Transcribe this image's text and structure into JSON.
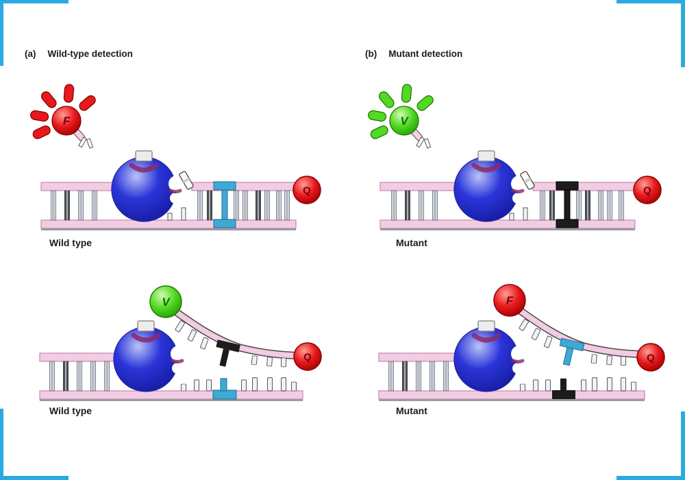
{
  "figure": {
    "panel_a": {
      "label_prefix": "(a)",
      "title": "Wild-type detection",
      "row1_caption": "Wild type",
      "row2_caption": "Wild type"
    },
    "panel_b": {
      "label_prefix": "(b)",
      "title": "Mutant detection",
      "row1_caption": "Mutant",
      "row2_caption": "Mutant"
    },
    "glyphs": {
      "fluorophore_f": "F",
      "fluorophore_v": "V",
      "quencher": "Q"
    },
    "colors": {
      "frame": "#29ABE2",
      "fluor_red": "#E8191C",
      "fluor_red_dark": "#7A0010",
      "fluor_green": "#52D926",
      "fluor_green_dark": "#156B00",
      "polymerase_blue": "#2B35D8",
      "dna_pink": "#F2CCE2",
      "dna_edge": "#C489AE",
      "match_cyan": "#3FA9D5",
      "mismatch_black": "#1C1C1C",
      "quencher_red": "#E01818"
    }
  }
}
